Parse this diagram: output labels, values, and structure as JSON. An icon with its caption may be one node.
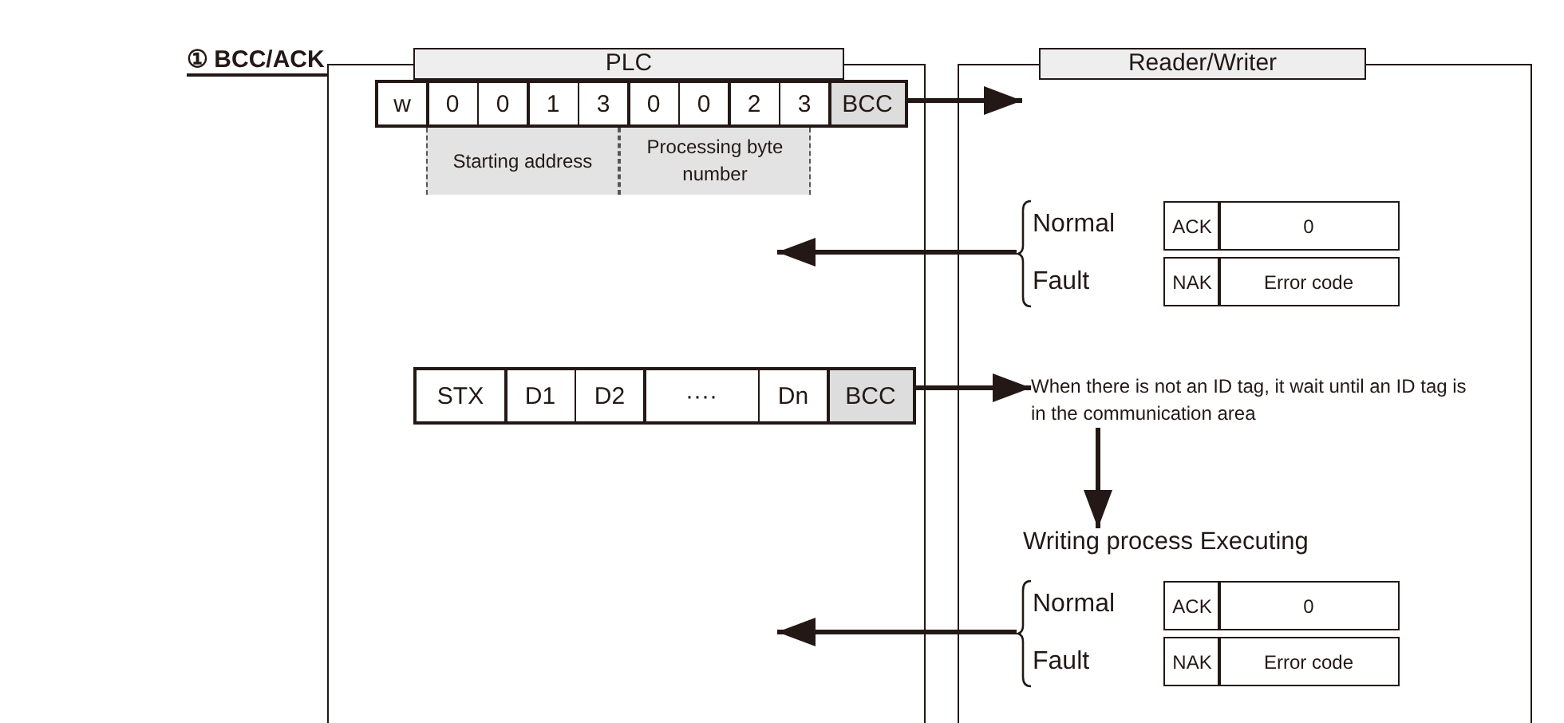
{
  "diagram": {
    "title": "① BCC/ACK",
    "nodes": [
      {
        "text": [
          "PLC"
        ]
      },
      {
        "text": [
          "Reader/Writer"
        ]
      },
      {
        "text": [
          "w",
          "0",
          "0",
          "1",
          "3",
          "0",
          "0",
          "2",
          "3",
          "BCC"
        ],
        "in": 0
      },
      {
        "text": [
          "Starting address"
        ],
        "in": 0
      },
      {
        "text": [
          "Processing byte number"
        ],
        "in": 0
      },
      {
        "text": [
          "Normal",
          "ACK",
          "0",
          "Fault",
          "NAK",
          "Error code"
        ],
        "in": 1
      },
      {
        "text": [
          "STX",
          "D1",
          "D2",
          "····",
          "Dn",
          "BCC"
        ],
        "in": 0
      },
      {
        "text": [
          "When there is not an ID tag, it wait until an ID tag is in the communication area"
        ],
        "in": 1
      },
      {
        "text": [
          "Writing process Executing"
        ],
        "in": 1
      },
      {
        "text": [
          "Normal",
          "ACK",
          "0",
          "Fault",
          "NAK",
          "Error code"
        ],
        "in": 1
      }
    ],
    "edges": [
      {
        "from": 2,
        "to": 1,
        "arrow": "to"
      },
      {
        "from": 5,
        "to": null,
        "arrow": "to"
      },
      {
        "from": 6,
        "to": 7,
        "arrow": "to"
      },
      {
        "from": 7,
        "to": 8,
        "arrow": "to"
      },
      {
        "from": 9,
        "to": null,
        "arrow": "to"
      }
    ]
  }
}
